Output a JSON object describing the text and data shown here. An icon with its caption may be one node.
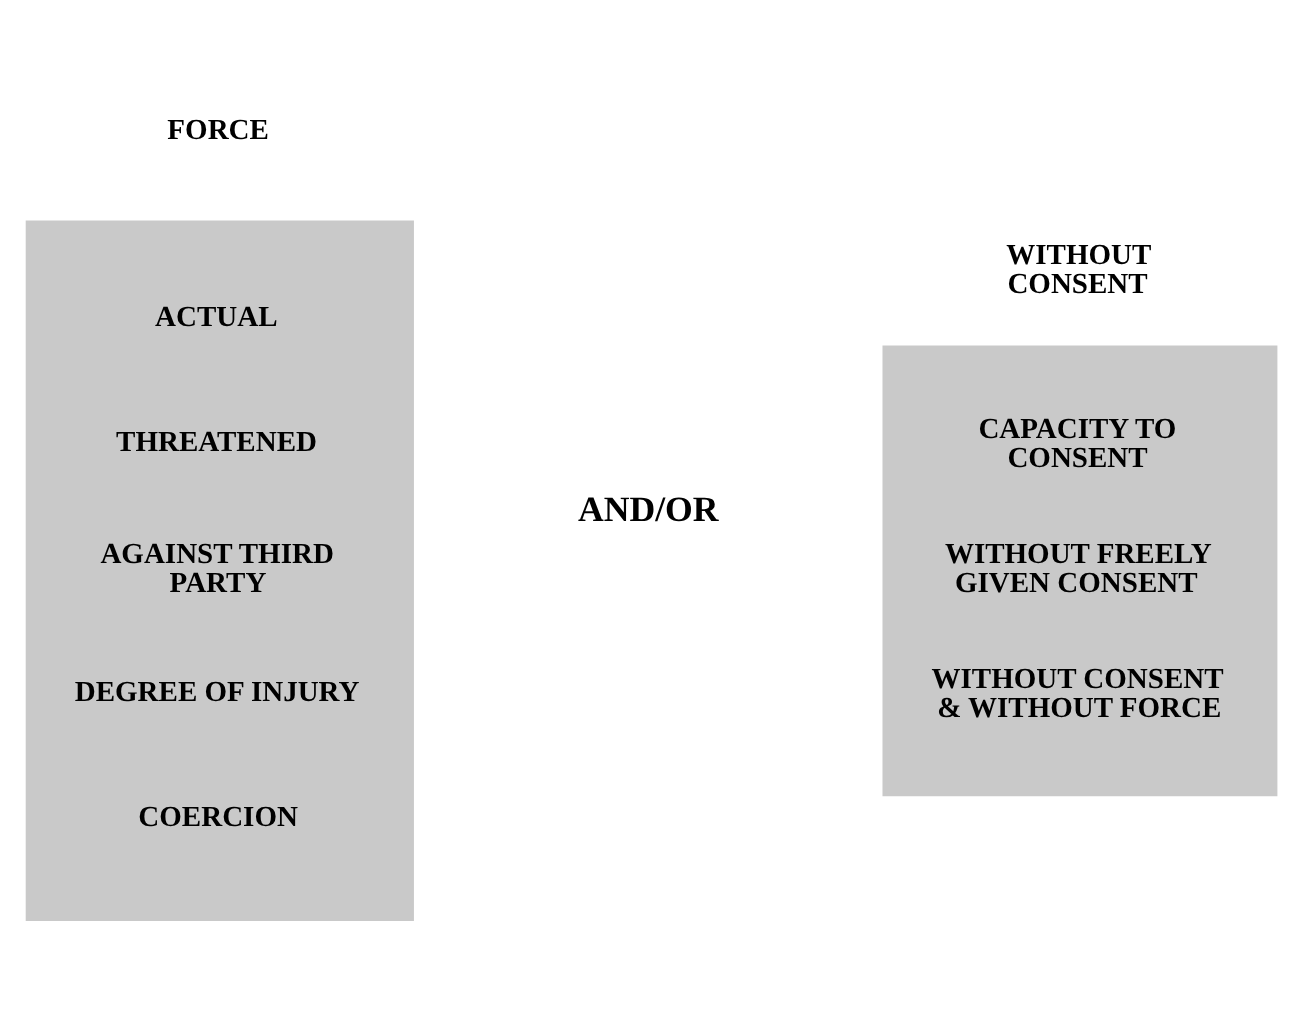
{
  "diagram": {
    "nodes": [
      {
        "text": [
          "FORCE",
          "ACTUAL",
          "THREATENED",
          "AGAINST THIRD PARTY",
          "DEGREE OF INJURY",
          "COERCION"
        ]
      },
      {
        "text": [
          "WITHOUT CONSENT",
          "CAPACITY TO CONSENT",
          "WITHOUT FREELY GIVEN CONSENT",
          "WITHOUT CONSENT & WITHOUT FORCE"
        ]
      }
    ],
    "edges": [],
    "labels": [
      "AND/OR"
    ]
  }
}
